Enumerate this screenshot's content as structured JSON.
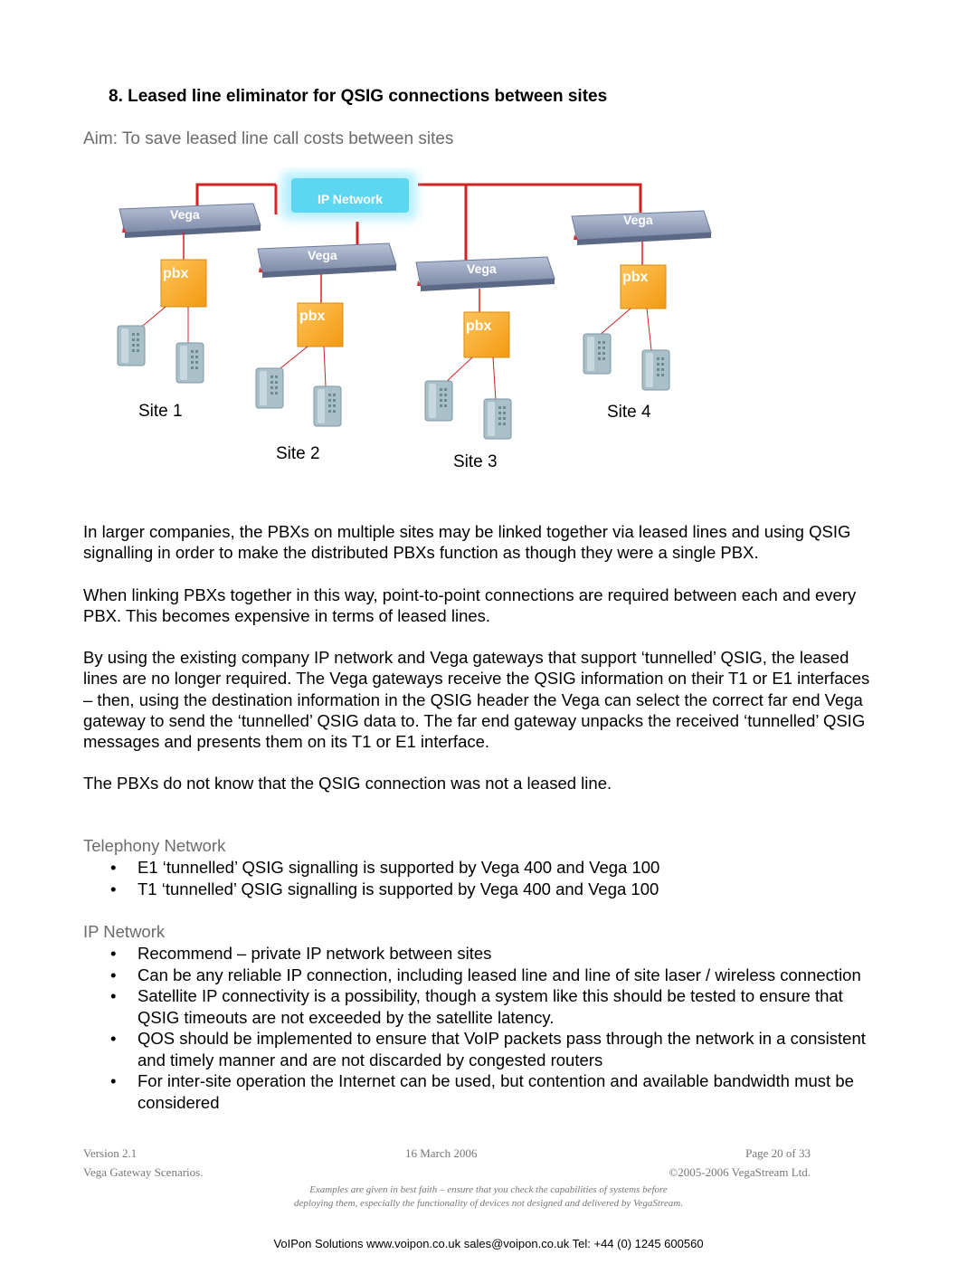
{
  "heading": "8.  Leased line eliminator for QSIG connections between sites",
  "aim": "Aim:  To save leased line call costs between sites",
  "diagram": {
    "ip_network_label": "IP Network",
    "gateway_label": "Vega",
    "pbx_label": "pbx",
    "sites": [
      "Site 1",
      "Site 2",
      "Site 3",
      "Site 4"
    ],
    "line_color": "#d32020",
    "pbx_color": "#f5a623"
  },
  "paragraphs": [
    "In larger companies, the PBXs on multiple sites may be linked together via leased lines and using QSIG signalling in order to make the distributed PBXs function as though they were a single PBX.",
    "When linking PBXs together in this way, point-to-point connections are required between each and every PBX.  This becomes expensive in terms of leased lines.",
    "By using the existing company IP network and Vega gateways that support ‘tunnelled’ QSIG, the leased lines are no longer required.  The Vega gateways receive the QSIG information on their T1 or E1 interfaces – then, using the destination information in the QSIG header the Vega can select the correct far end Vega gateway to send the ‘tunnelled’ QSIG data to.  The far end gateway unpacks the received ‘tunnelled’ QSIG messages and presents them on its T1 or E1 interface.",
    "The PBXs do not know that the QSIG connection was not a leased line."
  ],
  "telephony": {
    "title": "Telephony Network",
    "items": [
      "E1 ‘tunnelled’ QSIG signalling is supported by Vega 400 and Vega 100",
      "T1 ‘tunnelled’ QSIG signalling is supported by Vega 400 and Vega 100"
    ]
  },
  "ip": {
    "title": "IP Network",
    "items": [
      "Recommend – private IP network between sites",
      "Can be any reliable IP connection, including leased line and line of site laser / wireless connection",
      "Satellite IP connectivity is a possibility, though a system like this should be tested to ensure that QSIG timeouts are not exceeded by the satellite latency.",
      "QOS should be implemented to ensure that VoIP packets pass through the network in a consistent and timely manner and are not discarded by congested routers",
      "For inter-site operation the Internet can be used, but contention and available bandwidth must be considered"
    ]
  },
  "footer": {
    "version": "Version 2.1",
    "date": "16 March 2006",
    "page": "Page 20 of 33",
    "doc_title": "Vega Gateway Scenarios.",
    "copyright": "©2005-2006 VegaStream Ltd.",
    "disclaimer_1": "Examples are given in best faith – ensure that you check the capabilities of systems before",
    "disclaimer_2": "deploying them, especially the functionality of devices not designed and delivered by VegaStream.",
    "contact": "VoIPon Solutions  www.voipon.co.uk  sales@voipon.co.uk  Tel: +44 (0) 1245 600560"
  }
}
